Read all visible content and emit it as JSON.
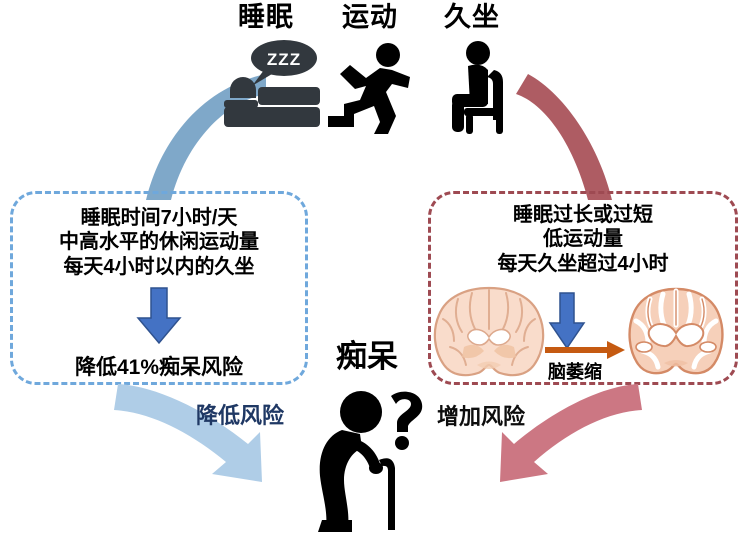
{
  "figure": {
    "title_categories": [
      {
        "id": "sleep",
        "label": "睡眠",
        "icon": "bed-sleep-zzz-icon"
      },
      {
        "id": "exercise",
        "label": "运动",
        "icon": "running-person-icon"
      },
      {
        "id": "sedentary",
        "label": "久坐",
        "icon": "sitting-person-icon"
      }
    ],
    "good_panel": {
      "id": "protective-factors",
      "border_color": "#6fa8dc",
      "conditions": [
        "睡眠时间7小时/天",
        "中高水平的休闲运动量",
        "每天4小时以内的久坐"
      ],
      "arrow_icon": "down-arrow-icon",
      "arrow_color": "#4472C4",
      "outcome": "降低41%痴呆风险"
    },
    "bad_panel": {
      "id": "risk-factors",
      "border_color": "#9e4a52",
      "conditions": [
        "睡眠过长或过短",
        "低运动量",
        "每天久坐超过4小时"
      ],
      "arrow_icon": "down-arrow-icon",
      "arrow_color": "#4472C4",
      "process_arrow_icon": "right-arrow-icon",
      "process_arrow_color": "#C55A11",
      "process_label": "脑萎缩",
      "brain_normal_icon": "brain-coronal-normal-icon",
      "brain_atrophy_icon": "brain-coronal-atrophy-icon"
    },
    "flow": {
      "good_inflow_icon": "blue-curved-band-icon",
      "good_inflow_color": "#7FA8C9",
      "bad_inflow_icon": "red-curved-band-icon",
      "bad_inflow_color": "#AE5C63",
      "lower_risk_arrow_icon": "curved-arrow-down-left-icon",
      "lower_risk_arrow_color": "#AFCDE7",
      "lower_risk_label": "降低风险",
      "higher_risk_arrow_icon": "curved-arrow-down-right-icon",
      "higher_risk_arrow_color": "#CC7783",
      "higher_risk_label": "增加风险"
    },
    "outcome_center": {
      "label": "痴呆",
      "icon": "elderly-person-with-cane-icon",
      "question_icon": "question-mark-icon"
    }
  }
}
